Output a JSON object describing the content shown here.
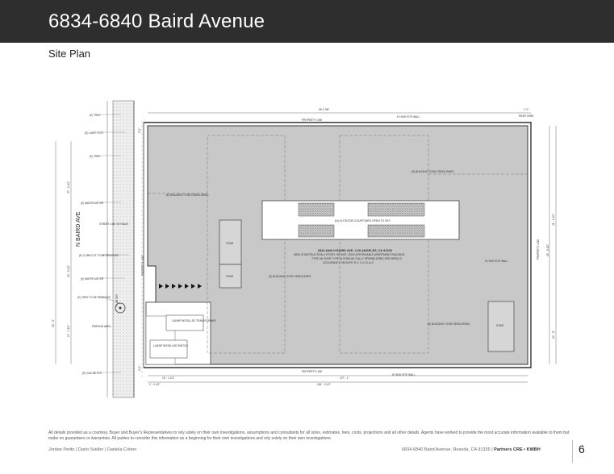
{
  "header": {
    "title": "6834-6840 Baird Avenue"
  },
  "section": {
    "title": "Site Plan"
  },
  "plan": {
    "street": "N BAIRD AVE",
    "property_line": "PROPERTY LINE",
    "width_top": "96'-0 3/8\"",
    "setback_top": "1'-0\"",
    "rear_yard": "REAR YARD",
    "wall_top": "8' HIGH SITE WALL",
    "wall_bottom": "8' HIGH SITE WALL",
    "wall_right": "8' HIGH SITE WALL",
    "dim_bottom_left": "15' - 1 1/2\"",
    "dim_bottom_right": "127' - 1\"",
    "dim_bottom_total": "154' - 3 1/2\"",
    "dim_bottom_small": "2' - 0 1/2\"",
    "dim_left_1": "37' - 1 1/2\"",
    "dim_left_2": "24' - 6 1/2\"",
    "dim_left_3": "17' - 1 1/2\"",
    "dim_left_4": "50' - 0\"",
    "dim_left_small_1": "5'-0\"",
    "dim_left_small_2": "5'-0\"",
    "dim_right_1": "41' - 1 1/2\"",
    "dim_right_2": "99' - 6 1/2\"",
    "dim_right_3": "24' - 8\"",
    "dim_right_label": "PROPERTY LINE",
    "tree_1": "(E) TREE",
    "lamp_post": "(E) LAMP POST",
    "tree_2": "(E) TREE",
    "water_meter_1": "(E) WATER METER",
    "street_line": "STREET LINE SETBACK",
    "curb_cut": "(E) CURB CUT TO BE REMOVED",
    "water_meter_2": "(E) WATER METER",
    "tree_removed": "(E) TREE TO BE REMOVED",
    "gas_meter": "(E) GAS METER",
    "parking_area": "PARKING AREA",
    "planter": "PLANTER",
    "ladwp_transformer": "LADWP INSTALLED TRANSFORMER",
    "ladwp_switch": "LADWP INSTALLED SWITCH",
    "building_demolish_1": "(E) BUILDING TO BE DEMOLISHED",
    "building_demolish_2": "(E) BUILDING TO BE DEMOLISHED",
    "building_demolish_3": "(E) BUILDING TO BE DEMOLISHED",
    "building_demolish_4": "(E) BUILDING TO BE DEMOLISHED",
    "courtyard": "(N) OUTDOOR COURTYARD OPEN TO SKY",
    "project_title": "6834-6840 N BAIRD AVE, LOS ANGELES, CA 91335",
    "project_line_1": "NEW CONSTRUCTION 4 STORY, 96 UNIT, 100% AFFORDABLE APARTMENT BUILDING",
    "project_line_2": "TYPE VA OVER TYPE IA PODIUM, FULLY SPRINKLERED PER NFPA 13",
    "project_line_3": "OCCUPANCY GROUPS: R-2, S-2, B, A-3",
    "stair_1": "STAIR",
    "stair_2": "STAIR",
    "stair_3": "STAIR",
    "high_site_wall": "8' HIGH SITE WALL"
  },
  "footer": {
    "disclaimer": "All details provided as a courtesy. Buyer and Buyer's Representatives to rely solely on their own investigations, assumptions and consultants for all sizes, estimates, fees, costs, projections and all other details. Agents have worked to provide the most accurate information available to them but make no guarantees or warranties. All parties to consider this information as a beginning for their own investigations and rely solely on their own investigations.",
    "agents": "Jordan Petito  |  Dario Svidler  |  Daniela Cohen",
    "address": "6834-6840 Baird Avenue, Reseda, CA 91335  |",
    "brand": "Partners CRE  •  KWBH",
    "page_number": "6"
  }
}
